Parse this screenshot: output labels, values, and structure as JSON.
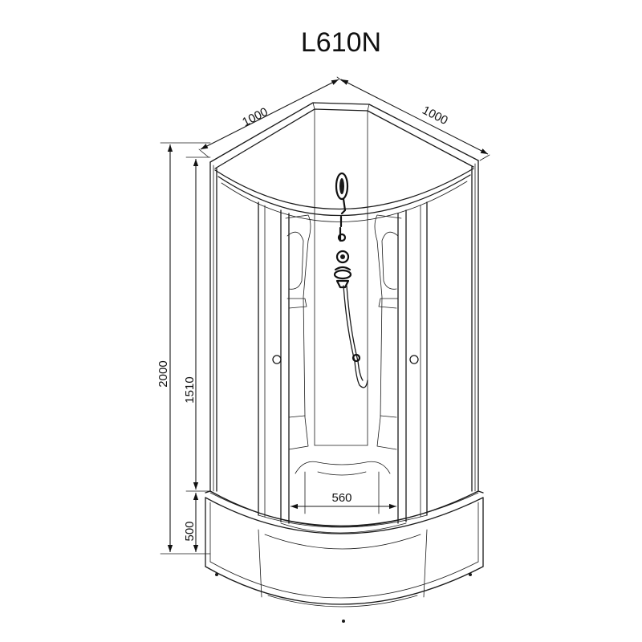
{
  "model": "L610N",
  "dimensions": {
    "width_left": "1000",
    "width_right": "1000",
    "total_height": "2000",
    "enclosure_height": "1510",
    "tray_height": "500",
    "door_opening": "560"
  }
}
